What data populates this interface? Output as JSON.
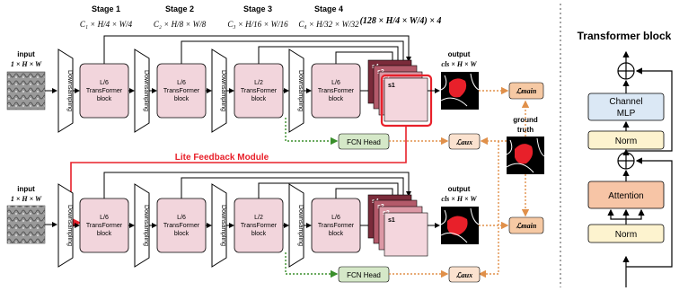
{
  "diagram": {
    "stages": [
      {
        "title": "Stage 1",
        "dims": "C₁ × H/4 × W/4"
      },
      {
        "title": "Stage 2",
        "dims": "C₂ × H/8 × W/8"
      },
      {
        "title": "Stage 3",
        "dims": "C₃ × H/16 × W/16"
      },
      {
        "title": "Stage 4",
        "dims": "C₄ × H/32 × W/32"
      }
    ],
    "concat_dims": "(128 × H/4 × W/4) × 4",
    "input_label": "input",
    "input_dims": "1 × H × W",
    "output_label": "output",
    "output_dims": "cls × H × W",
    "downsampling": "Downsampling",
    "block_line1": [
      "L/6",
      "L/6",
      "L/2",
      "L/6"
    ],
    "block_line2": "TransFormer",
    "block_line3": "block",
    "scales": [
      "s4",
      "s3",
      "s2",
      "s1"
    ],
    "fcn_head": "FCN Head",
    "loss_main": "ℒmain",
    "loss_aux": "ℒaux",
    "ground_truth_1": "ground",
    "ground_truth_2": "truth",
    "feedback": "Lite Feedback Module"
  },
  "transformer_block": {
    "title": "Transformer block",
    "channel_mlp_1": "Channel",
    "channel_mlp_2": "MLP",
    "norm": "Norm",
    "attention": "Attention",
    "plus": "⊕"
  },
  "colors": {
    "block_fill": "#f2d5dc",
    "fcn_fill": "#d5e8c8",
    "loss_fill": "#f6c9a4",
    "feedback_red": "#e8202a",
    "mlp_fill": "#dbe8f5",
    "norm_fill": "#fdf3cf",
    "attention_fill": "#f7c5a6"
  }
}
